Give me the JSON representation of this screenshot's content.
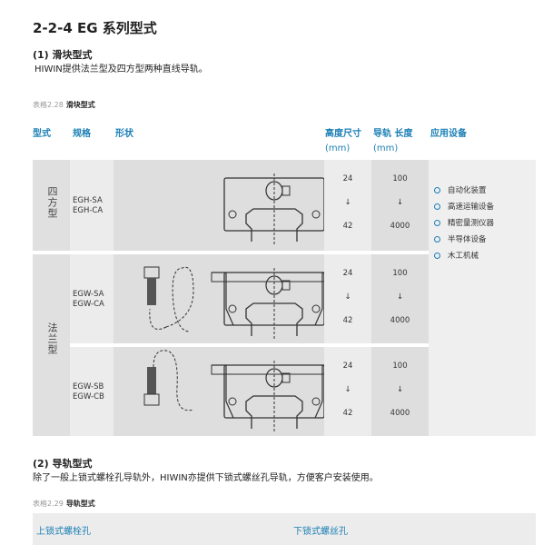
{
  "title": "2-2-4 EG 系列型式",
  "section1": {
    "heading": "(1) 滑块型式",
    "text": "HIWIN提供法兰型及四方型两种直线导轨。"
  },
  "table1": {
    "caption_num": "表格2.28",
    "caption_title": "滑块型式",
    "headers": {
      "type": "型式",
      "spec": "规格",
      "shape": "形状",
      "height": "高度尺寸",
      "height_unit": "(mm)",
      "rail": "导轨 长度",
      "rail_unit": "(mm)",
      "app": "应用设备"
    },
    "groups": [
      {
        "type": "四方型",
        "rows": [
          {
            "spec": [
              "EGH-SA",
              "EGH-CA"
            ],
            "height": [
              "24",
              "↓",
              "42"
            ],
            "rail": [
              "100",
              "↓",
              "4000"
            ]
          }
        ]
      },
      {
        "type": "法兰型",
        "rows": [
          {
            "spec": [
              "EGW-SA",
              "EGW-CA"
            ],
            "height": [
              "24",
              "↓",
              "42"
            ],
            "rail": [
              "100",
              "↓",
              "4000"
            ]
          },
          {
            "spec": [
              "EGW-SB",
              "EGW-CB"
            ],
            "height": [
              "24",
              "↓",
              "42"
            ],
            "rail": [
              "100",
              "↓",
              "4000"
            ]
          }
        ]
      }
    ],
    "applications": [
      "自动化装置",
      "高速运输设备",
      "精密量测仪器",
      "半导体设备",
      "木工机械"
    ]
  },
  "section2": {
    "heading": "(2) 导轨型式",
    "text": "除了一般上锁式螺栓孔导轨外，HIWIN亦提供下锁式螺丝孔导轨，方便客户安装使用。"
  },
  "table2": {
    "caption_num": "表格2.29",
    "caption_title": "导轨型式",
    "headers": [
      "上锁式螺栓孔",
      "下锁式螺丝孔"
    ]
  },
  "colors": {
    "accent": "#1b7fb5"
  }
}
